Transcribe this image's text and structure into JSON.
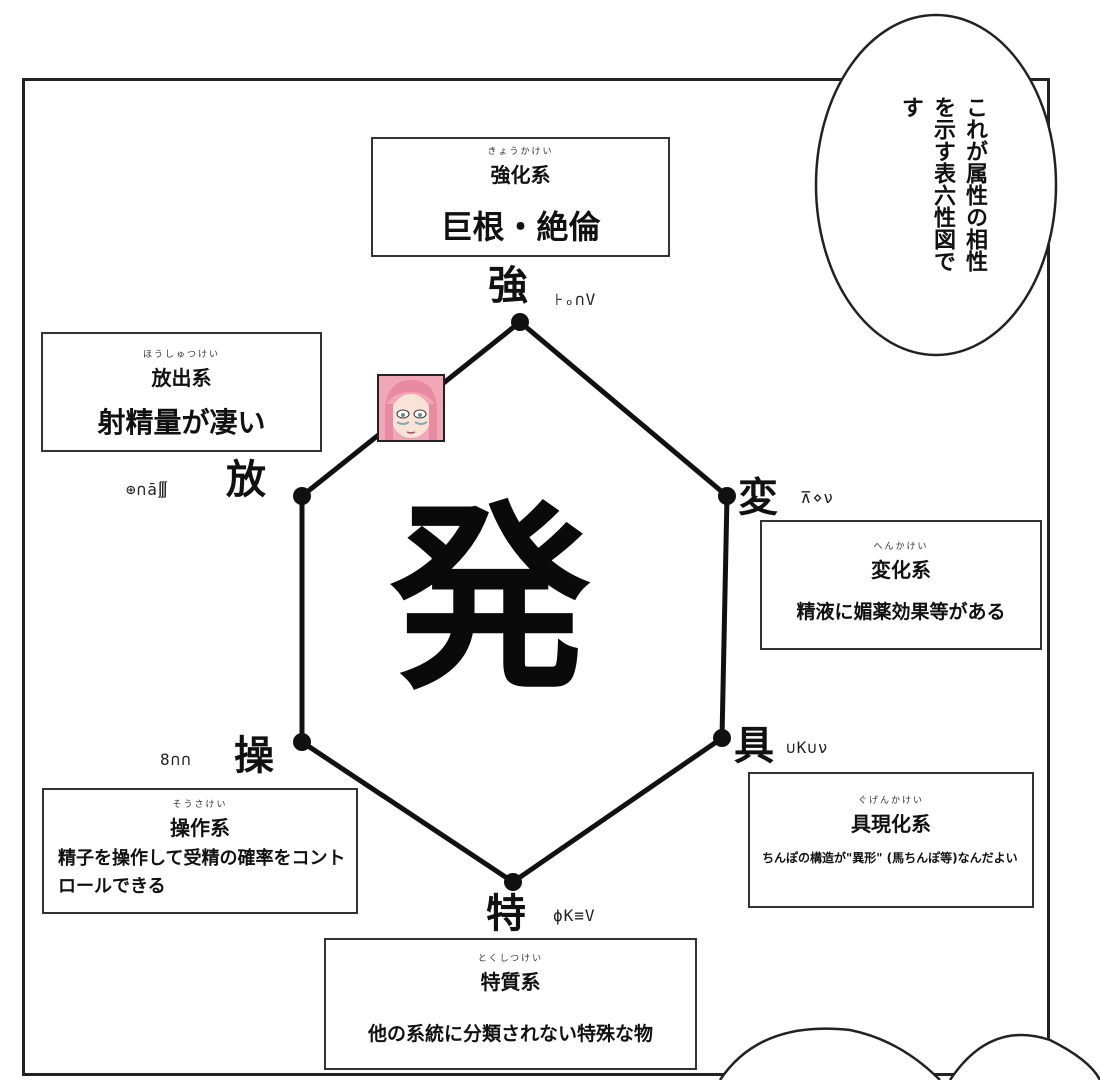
{
  "center_char": "発",
  "bubble_text": "これが属性の相性を示す表六性図です",
  "nodes": {
    "strong": {
      "kanji": "強",
      "script": "⊦ₒ∩V"
    },
    "emit": {
      "kanji": "放",
      "script": "⊕∩ā∭"
    },
    "change": {
      "kanji": "変",
      "script": "⊼⋄ν"
    },
    "manip": {
      "kanji": "操",
      "script": "8∩∩"
    },
    "concr": {
      "kanji": "具",
      "script": "∪K∪ν"
    },
    "spec": {
      "kanji": "特",
      "script": "ϕK≡V"
    }
  },
  "boxes": {
    "strong": {
      "ruby": "きょうかけい",
      "category": "強化系",
      "description": "巨根・絶倫"
    },
    "emit": {
      "ruby": "ほうしゅつけい",
      "category": "放出系",
      "description": "射精量が凄い"
    },
    "change": {
      "ruby": "へんかけい",
      "category": "変化系",
      "description": "精液に媚薬効果等がある"
    },
    "manip": {
      "ruby": "そうさけい",
      "category": "操作系",
      "description": "精子を操作して受精の確率をコントロールできる"
    },
    "concr": {
      "ruby": "ぐげんかけい",
      "category": "具現化系",
      "description": "ちんぽの構造が\"異形\" (馬ちんぽ等)なんだよい"
    },
    "spec": {
      "ruby": "とくしつけい",
      "category": "特質系",
      "description": "他の系統に分類されない特殊な物"
    }
  },
  "colors": {
    "ink": "#111111",
    "paper": "#ffffff",
    "avatar_hair": "#f2a7b8"
  }
}
